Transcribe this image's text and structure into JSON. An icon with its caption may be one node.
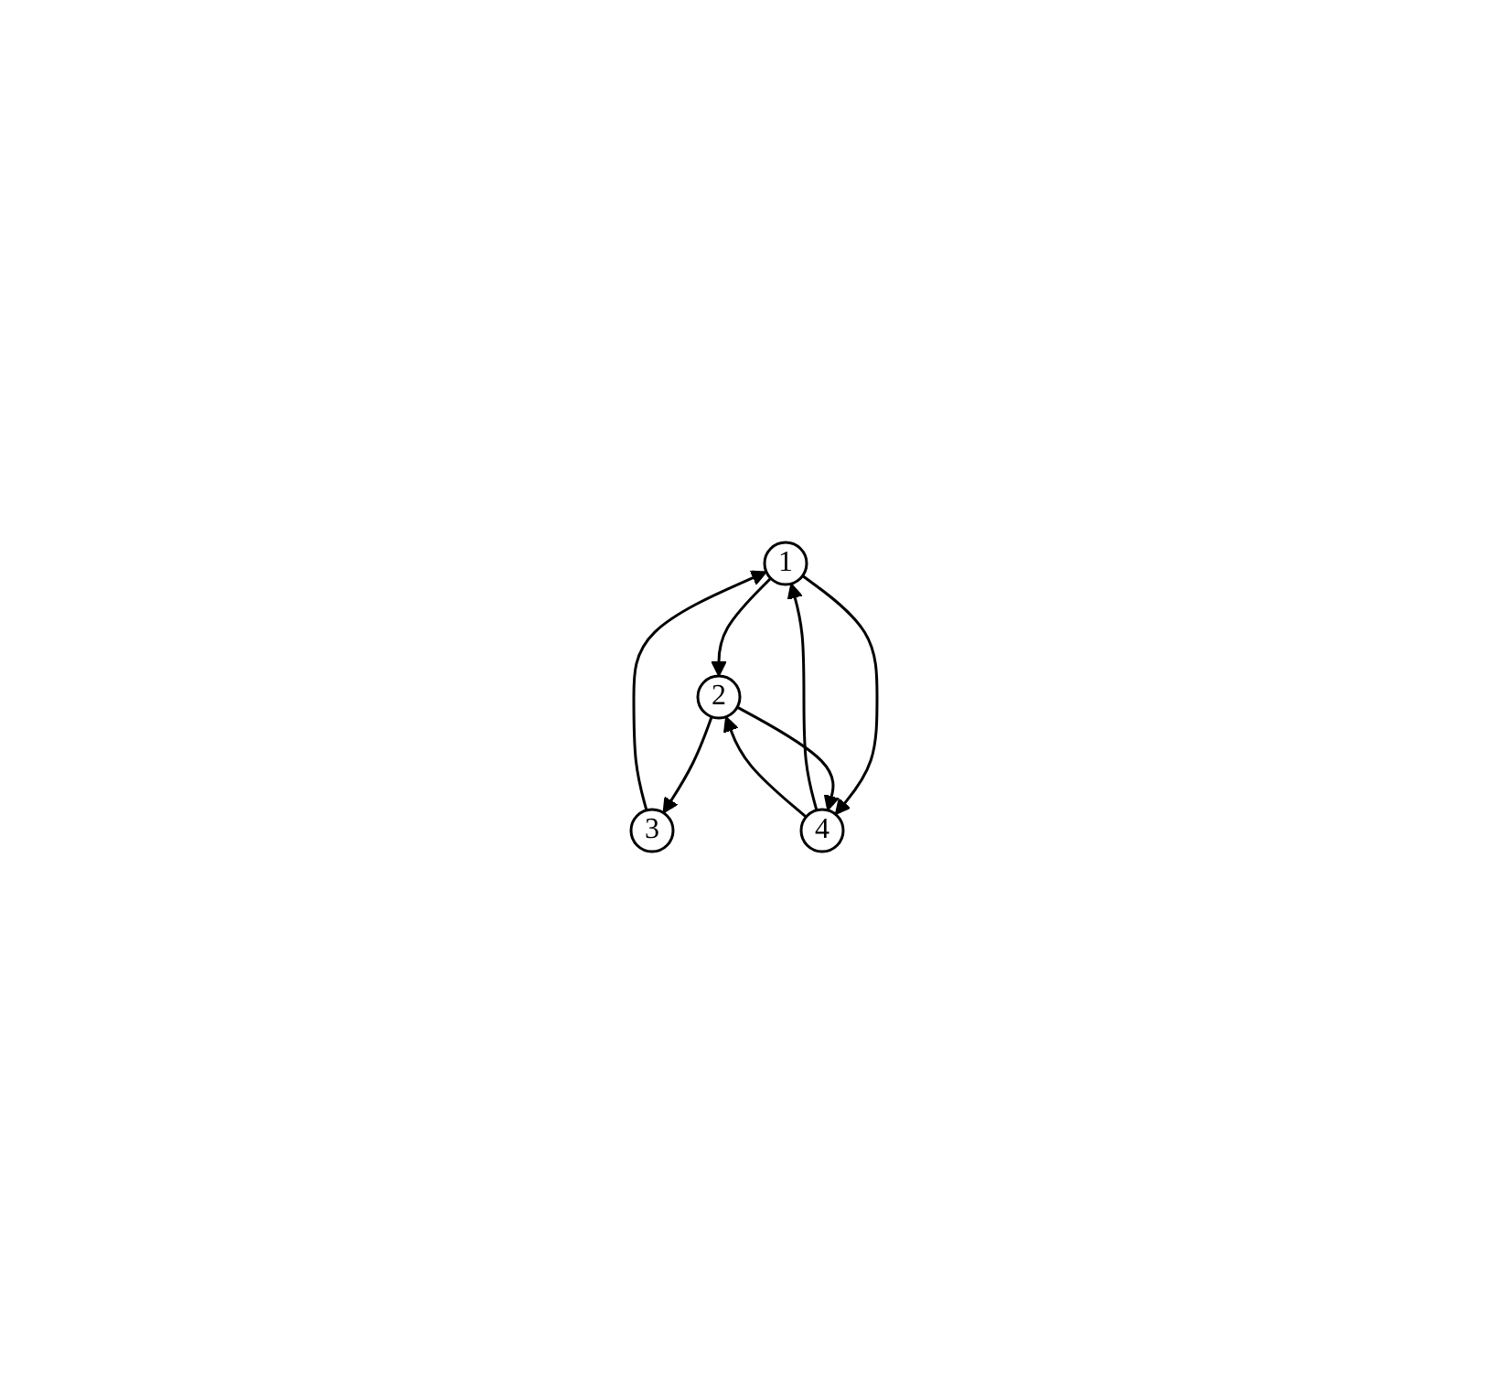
{
  "diagram": {
    "nodes": [
      {
        "text": [
          "1"
        ]
      },
      {
        "text": [
          "2"
        ]
      },
      {
        "text": [
          "3"
        ]
      },
      {
        "text": [
          "4"
        ]
      }
    ],
    "edges": [
      {
        "from": 0,
        "to": 1,
        "arrow": "to"
      },
      {
        "from": 0,
        "to": 3,
        "arrow": "to"
      },
      {
        "from": 3,
        "to": 0,
        "arrow": "to"
      },
      {
        "from": 1,
        "to": 2,
        "arrow": "to"
      },
      {
        "from": 1,
        "to": 3,
        "arrow": "to"
      },
      {
        "from": 3,
        "to": 1,
        "arrow": "to"
      },
      {
        "from": 2,
        "to": 0,
        "arrow": "to"
      }
    ]
  }
}
